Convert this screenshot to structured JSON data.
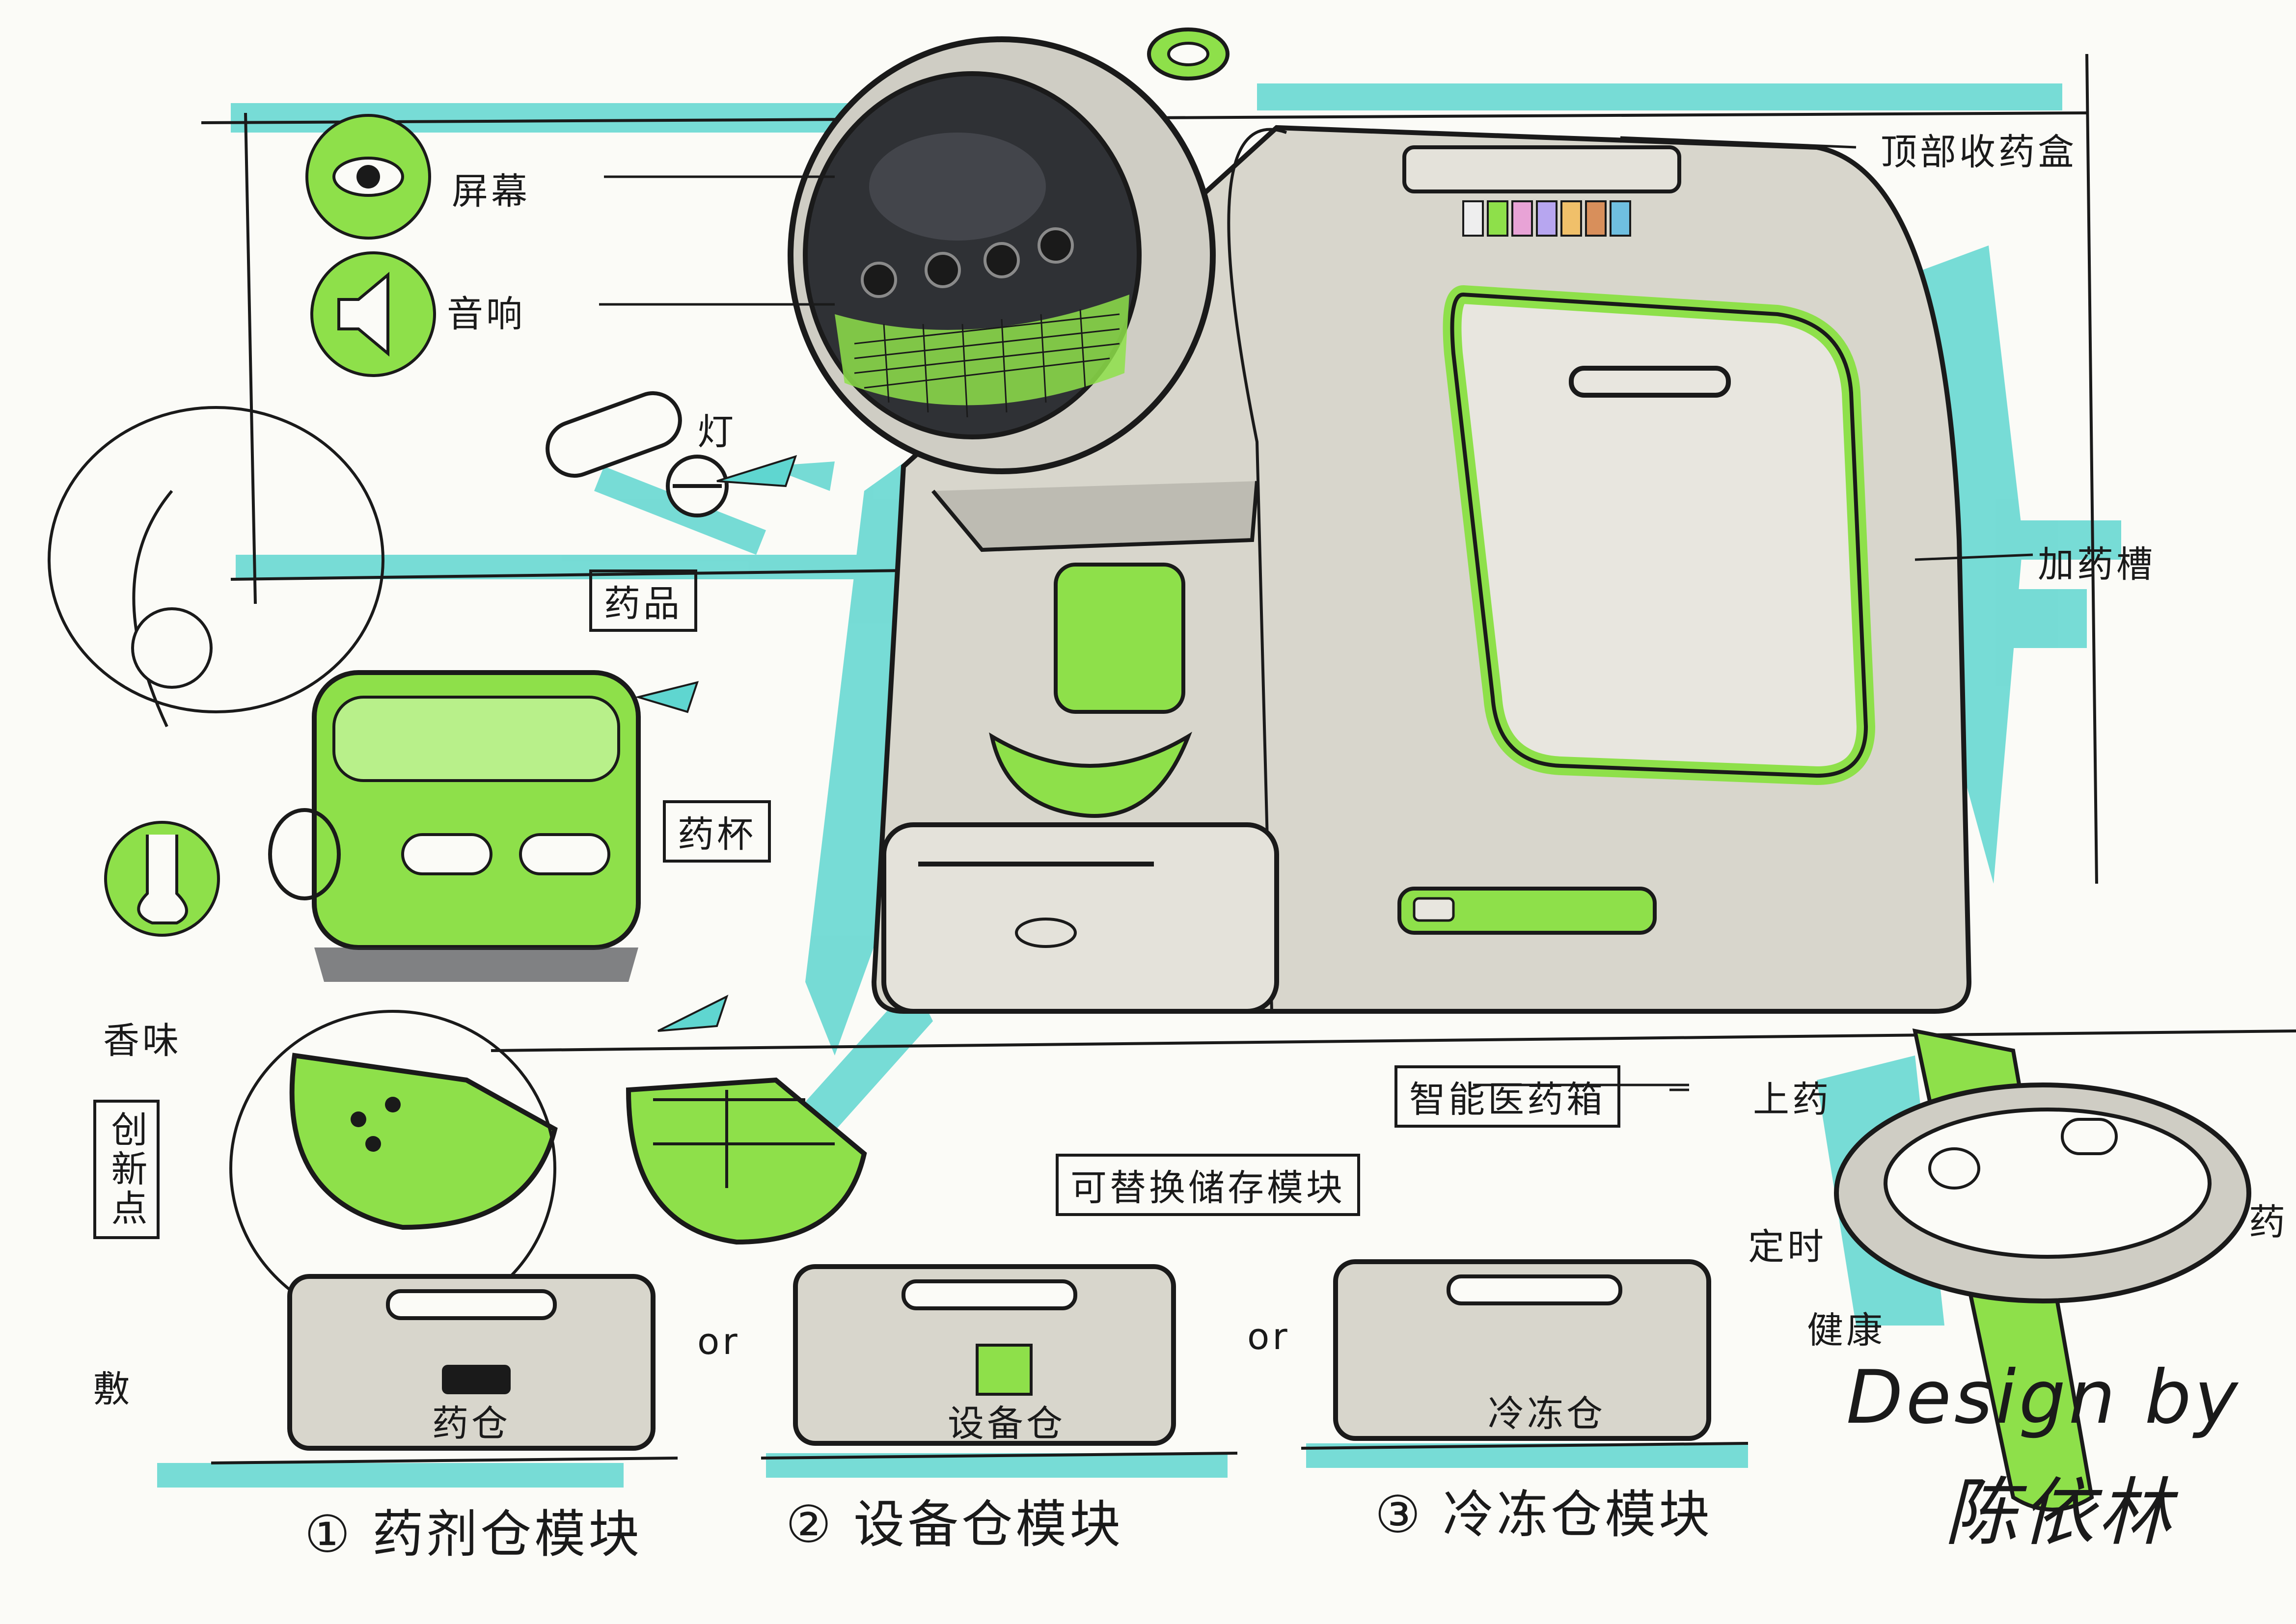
{
  "labels": {
    "screen": "屏幕",
    "speaker": "音响",
    "light": "灯",
    "pill": "药品",
    "handle": "药杯",
    "flavor": "香味",
    "innovation": "创新点",
    "top_storage": "顶部收药盒",
    "slot": "加药槽",
    "smart_box": "智能医药箱",
    "replaceable": "可替换储存模块",
    "left_arrow_label": "敷",
    "watch_label_1": "上药",
    "watch_label_2": "定时",
    "watch_label_3": "健康",
    "watch_side": "药",
    "or_1": "or",
    "or_2": "or"
  },
  "modules": [
    {
      "number": "①",
      "title": "药剂仓模块",
      "tag": "药仓"
    },
    {
      "number": "②",
      "title": "设备仓模块",
      "tag": "设备仓"
    },
    {
      "number": "③",
      "title": "冷冻仓模块",
      "tag": "冷冻仓"
    }
  ],
  "signature": {
    "line1": "Design by",
    "line2": "陈依林"
  },
  "colors": {
    "green": "#8ee04a",
    "teal": "#5fd6d0",
    "grey": "#d8d6cc",
    "ink": "#1a1a1a",
    "dark": "#2f3135"
  },
  "icons": [
    "eye-icon",
    "speaker-icon",
    "nose-icon"
  ]
}
